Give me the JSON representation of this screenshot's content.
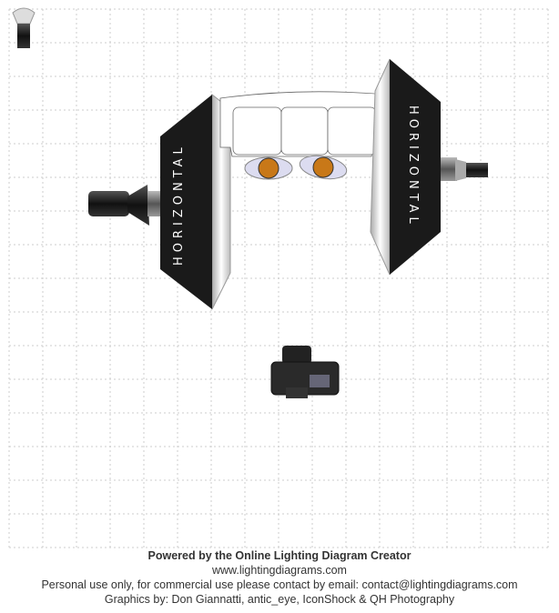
{
  "diagram": {
    "softbox_left_label": "HORIZONTAL",
    "softbox_right_label": "HORIZONTAL",
    "colors": {
      "softbox": "#1a1a1a",
      "person": "#c87818",
      "grid": "#cccccc"
    }
  },
  "footer": {
    "powered_by": "Powered by the Online Lighting Diagram Creator",
    "website": "www.lightingdiagrams.com",
    "license": "Personal use only, for commercial use please contact by email: contact@lightingdiagrams.com",
    "credits": "Graphics by: Don Giannatti, antic_eye, IconShock & QH Photography"
  }
}
